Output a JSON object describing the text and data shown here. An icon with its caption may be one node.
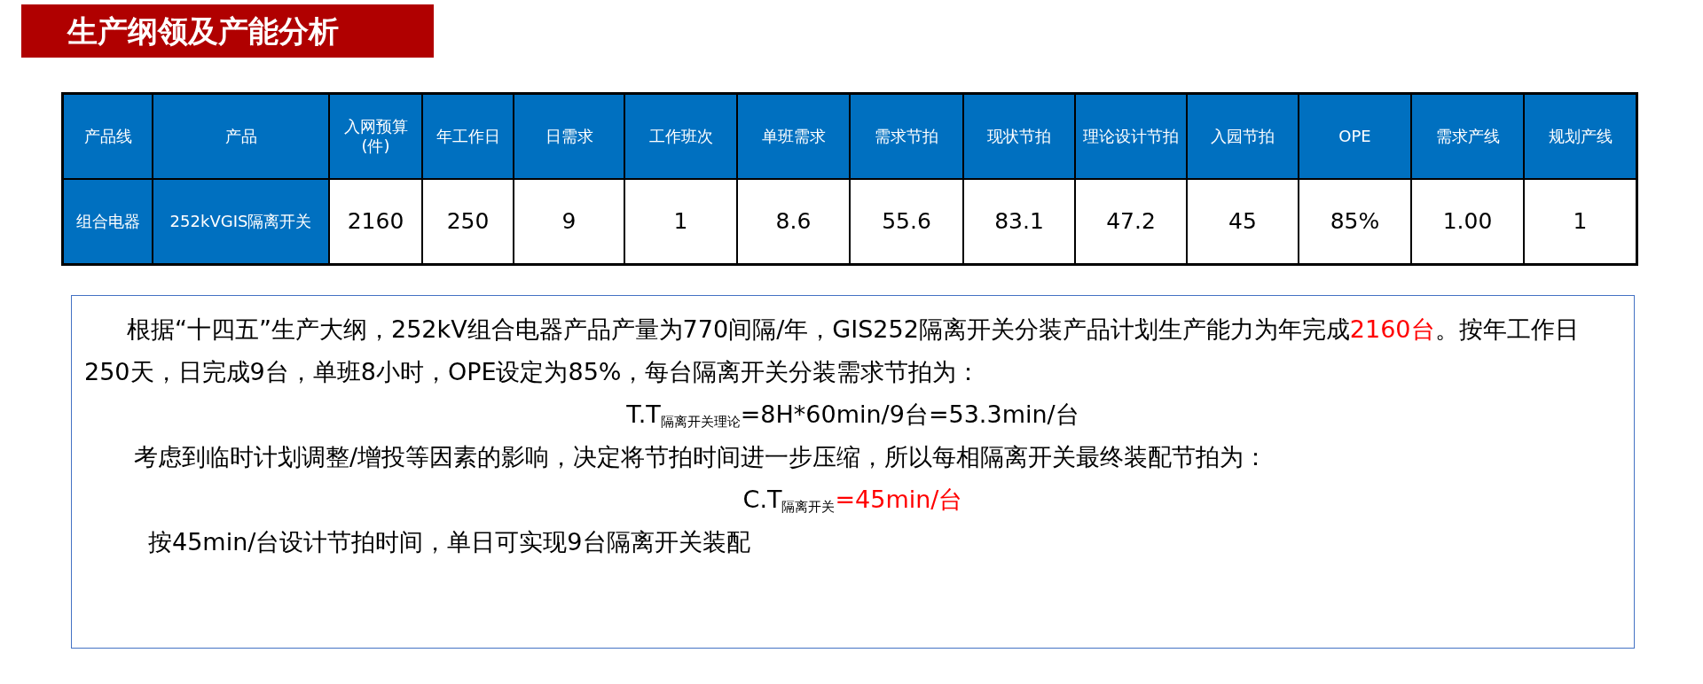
{
  "diagram": {
    "title": "生产纲领及产能分析",
    "nodes": [
      {
        "text": [
          "根据“十四五”生产大纲，252kV组合电器产品产量为770间隔/年，GIS252隔离开关分装产品计划生产能力为年完成",
          "2160台",
          "。按年工作日250天，日完成9台，单班8小时，OPE设定为85%，每台隔离开关分装需求节拍为：",
          "T.T$_{隔离开关理论}$=8H*60min/9台=53.3min/台",
          "考虑到临时计划调整/增投等因素的影响，决定将节拍时间进一步压缩，所以每相隔离开关最终装配节拍为：",
          "C.T$_{隔离开关}$",
          "=45min/台",
          "按45min/台设计节拍时间，单日可实现9台隔离开关装配"
        ]
      }
    ],
    "labels": [
      "产品线",
      "产品",
      "入网预算(件)",
      "年工作日",
      "日需求",
      "工作班次",
      "单班需求",
      "需求节拍",
      "现状节拍",
      "理论设计节拍",
      "入园节拍",
      "OPE",
      "需求产线",
      "规划产线",
      "组合电器",
      "252kVGIS隔离开关",
      "2160",
      "250",
      "9",
      "1",
      "8.6",
      "55.6",
      "83.1",
      "47.2",
      "45",
      "85%",
      "1.00",
      "1"
    ]
  }
}
